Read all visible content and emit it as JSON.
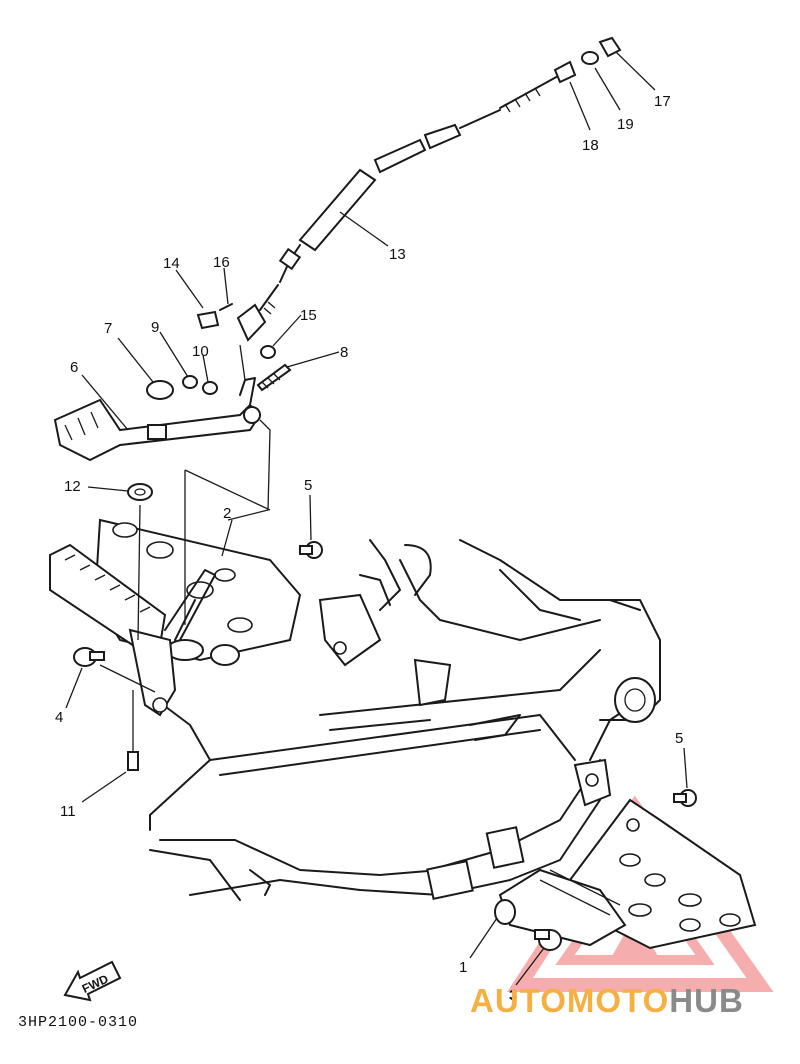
{
  "callouts": [
    {
      "label": "1"
    },
    {
      "label": "2"
    },
    {
      "label": "3"
    },
    {
      "label": "4"
    },
    {
      "label": "5"
    },
    {
      "label": "5"
    },
    {
      "label": "6"
    },
    {
      "label": "7"
    },
    {
      "label": "8"
    },
    {
      "label": "9"
    },
    {
      "label": "10"
    },
    {
      "label": "11"
    },
    {
      "label": "12"
    },
    {
      "label": "13"
    },
    {
      "label": "14"
    },
    {
      "label": "15"
    },
    {
      "label": "16"
    },
    {
      "label": "17"
    },
    {
      "label": "18"
    },
    {
      "label": "19"
    }
  ],
  "fwd_label": "FWD",
  "diagram_code": "3HP2100-0310",
  "watermark": {
    "part1": "AUTOMOTO",
    "part2": "HUB",
    "color_primary": "#f5b041",
    "color_secondary": "#8a8a8a",
    "logo_color": "#ef6b6b"
  }
}
